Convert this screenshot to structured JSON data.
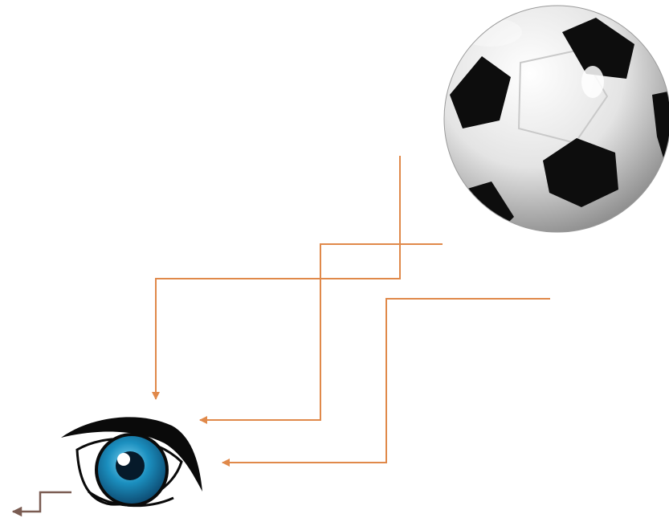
{
  "diagram": {
    "subject": "soccer-ball",
    "observer": "eye",
    "colors": {
      "ray": "#E0894A",
      "outgoing_ray": "#7A5C52",
      "ball_patch": "#0d0d0d",
      "ball_body": "#e6e6e6",
      "iris": "#1b8fbf",
      "eye_outline": "#0a0a0a"
    },
    "icons": [
      "soccer-ball-icon",
      "eye-icon"
    ],
    "ray_count": 3
  }
}
